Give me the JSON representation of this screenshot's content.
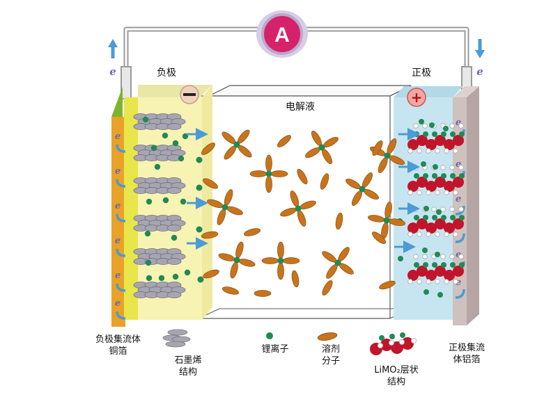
{
  "ammeter": {
    "symbol": "A"
  },
  "electron_symbol": "e",
  "anode": {
    "title": "负极",
    "sign": "−"
  },
  "cathode": {
    "title": "正极",
    "sign": "+"
  },
  "electrolyte": {
    "title": "电解液"
  },
  "legend": {
    "anode_collector": [
      "负极集流体",
      "铜箔"
    ],
    "graphite": [
      "石墨烯",
      "结构"
    ],
    "li_ion": [
      "锂离子"
    ],
    "solvent": [
      "溶剂",
      "分子"
    ],
    "limo2": [
      "LiMO₂层状",
      "结构"
    ],
    "cathode_collector": [
      "正极集流",
      "体铝箔"
    ]
  },
  "colors": {
    "wire": "#9a9a9a",
    "ammeter_ring": "#b9a9c9",
    "ammeter_face": "#d6226b",
    "copper_foil": "#e9a227",
    "anode_slab": "#f7f3b2",
    "cathode_slab": "#c7e5f0",
    "aluminum_foil": "#cfc1be",
    "li_ion": "#1f8a55",
    "solvent": "#c8741c",
    "oxide_red": "#c0152a",
    "graphite": "#a8a5b2",
    "arrow": "#4a9bd6"
  }
}
